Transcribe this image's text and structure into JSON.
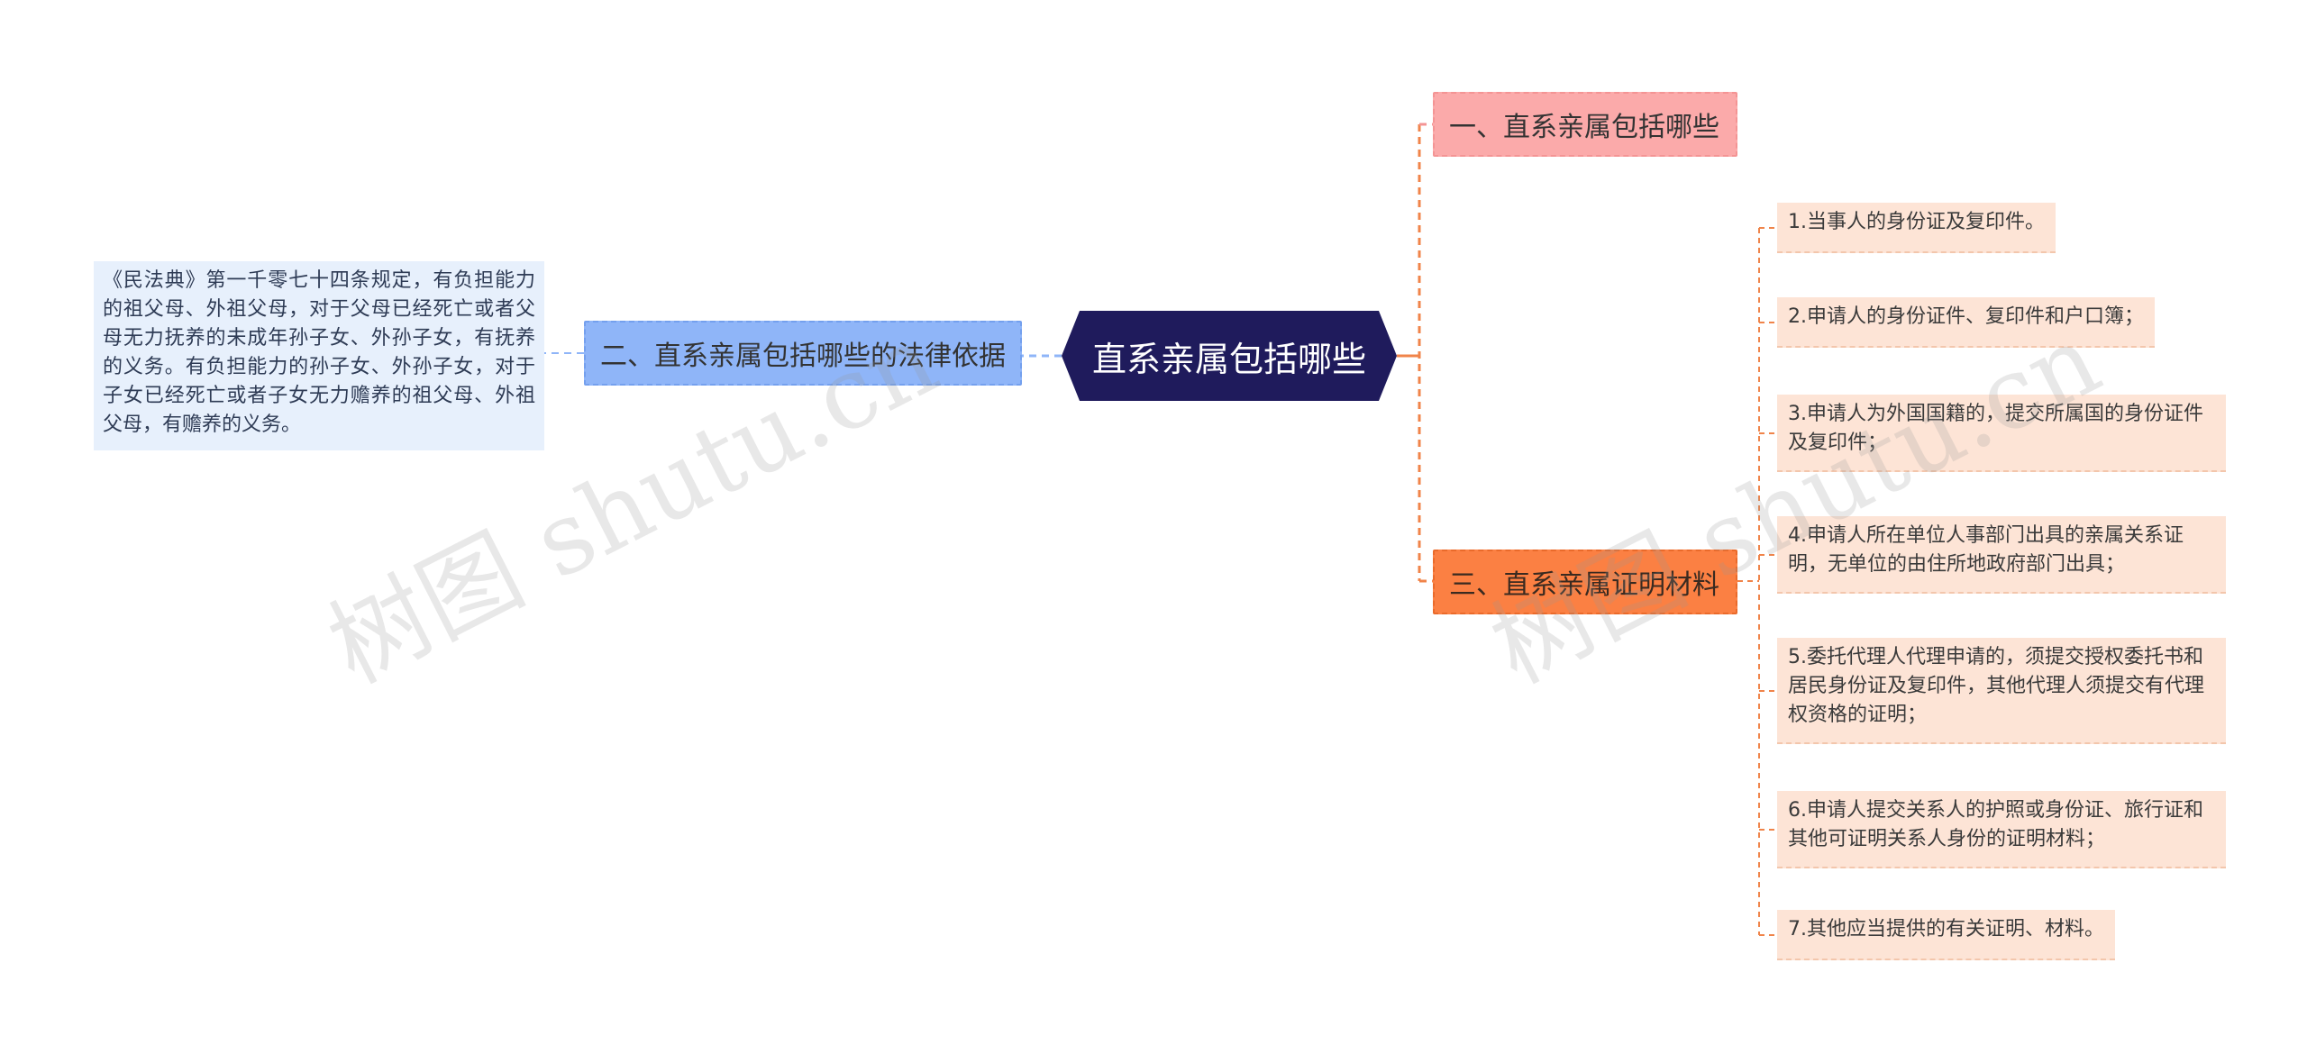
{
  "root": {
    "label": "直系亲属包括哪些"
  },
  "branches": [
    {
      "label": "一、直系亲属包括哪些"
    },
    {
      "label": "二、直系亲属包括哪些的法律依据"
    },
    {
      "label": "三、直系亲属证明材料"
    }
  ],
  "basis": {
    "text": "《民法典》第一千零七十四条规定，有负担能力的祖父母、外祖父母，对于父母已经死亡或者父母无力抚养的未成年孙子女、外孙子女，有抚养的义务。有负担能力的孙子女、外孙子女，对于子女已经死亡或者子女无力赡养的祖父母、外祖父母，有赡养的义务。"
  },
  "materials": [
    {
      "text": "1.当事人的身份证及复印件。"
    },
    {
      "text": "2.申请人的身份证件、复印件和户口簿；"
    },
    {
      "text": "3.申请人为外国国籍的，提交所属国的身份证件及复印件；"
    },
    {
      "text": "4.申请人所在单位人事部门出具的亲属关系证明，无单位的由住所地政府部门出具；"
    },
    {
      "text": "5.委托代理人代理申请的，须提交授权委托书和居民身份证及复印件，其他代理人须提交有代理权资格的证明；"
    },
    {
      "text": "6.申请人提交关系人的护照或身份证、旅行证和其他可证明关系人身份的证明材料；"
    },
    {
      "text": "7.其他应当提供的有关证明、材料。"
    }
  ],
  "watermark": {
    "text": "树图 shutu.cn"
  },
  "colors": {
    "root": "#1f1b5c",
    "branch1": "#fbaaaa",
    "branch2": "#8fb5f8",
    "branch3": "#fb8043",
    "leaf": "#fde4d6",
    "basis": "#e7f0fc",
    "connector_orange": "#f0844a",
    "connector_blue": "#8fb5f8"
  }
}
